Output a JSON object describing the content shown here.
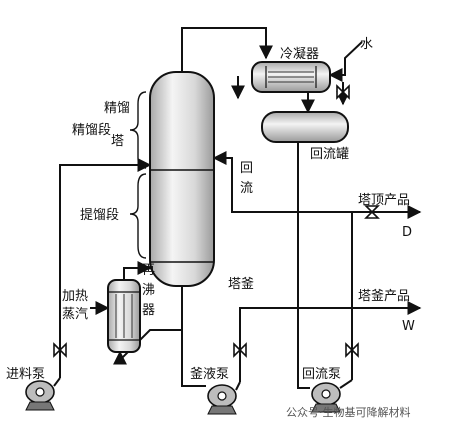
{
  "labels": {
    "rectifying_section": "精馏段",
    "column_top": "精馏",
    "column_bottom": "塔",
    "stripping_section": "提馏段",
    "condenser": "冷凝器",
    "water": "水",
    "reflux_drum": "回流罐",
    "reflux_top": "回",
    "reflux_bottom": "流",
    "top_product": "塔顶产品",
    "top_product_code": "D",
    "bottom_product": "塔釜产品",
    "bottom_product_code": "W",
    "reboiler_1": "再",
    "reboiler_2": "沸",
    "reboiler_3": "器",
    "heating_1": "加热",
    "heating_2": "蒸汽",
    "still": "塔釜",
    "feed_pump": "进料泵",
    "still_pump": "釜液泵",
    "reflux_pump": "回流泵"
  },
  "watermark": "公众号·生物基可降解材料",
  "colors": {
    "line": "#111111",
    "vessel_light": "#f2f2f2",
    "vessel_dark": "#9a9a9a"
  }
}
